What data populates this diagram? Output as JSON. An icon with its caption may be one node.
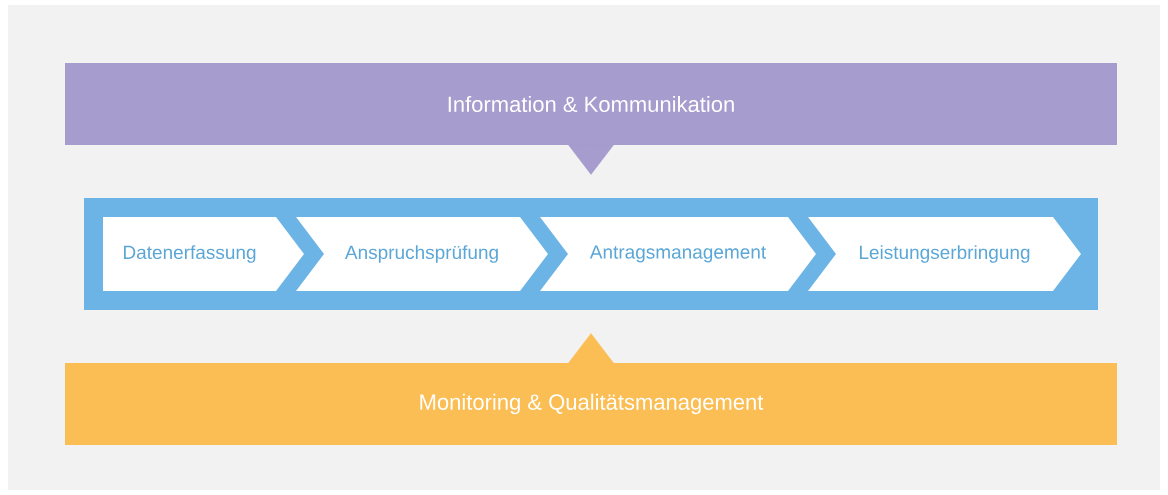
{
  "diagram": {
    "nodes": [
      {
        "text": [
          "Information & Kommunikation"
        ]
      },
      {
        "text": [],
        "shape": "box"
      },
      {
        "text": [
          "Datenerfassung"
        ],
        "in": 1
      },
      {
        "text": [
          "Anspruchsprüfung"
        ],
        "in": 1
      },
      {
        "text": [
          "Antragsmanagement"
        ],
        "in": 1
      },
      {
        "text": [
          "Leistungserbringung"
        ],
        "in": 1
      },
      {
        "text": [
          "Monitoring & Qualitätsmanagement"
        ]
      }
    ],
    "edges": [
      {
        "from": 0,
        "to": 1,
        "arrow": "to",
        "color": "#a69ccd"
      },
      {
        "from": 6,
        "to": 1,
        "arrow": "to",
        "color": "#fbbe55"
      }
    ]
  }
}
